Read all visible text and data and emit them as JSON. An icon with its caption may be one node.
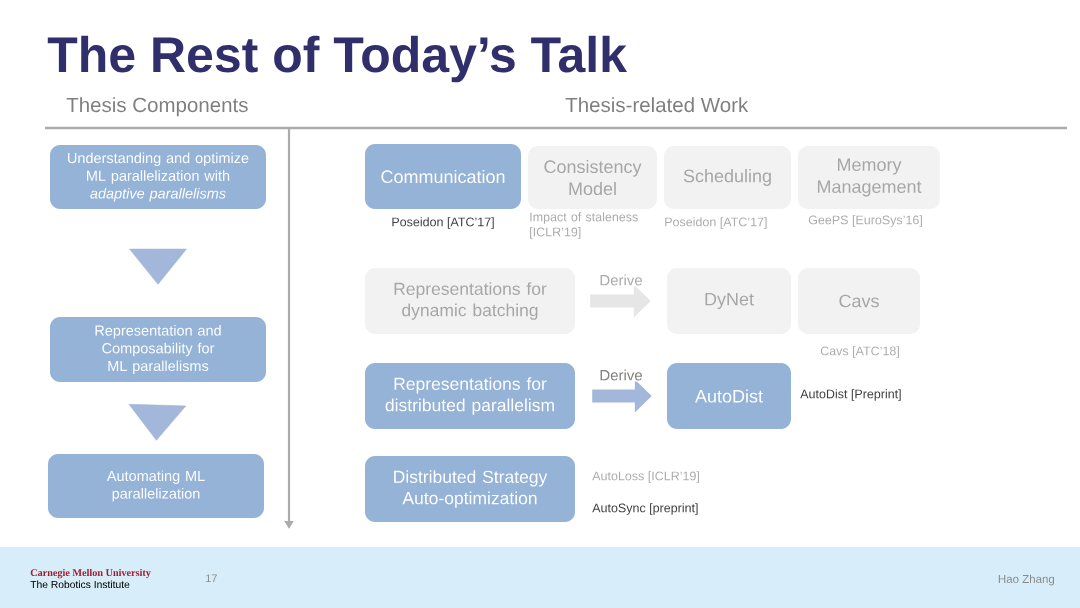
{
  "diagram": {
    "title": "The Rest of Today’s Talk",
    "nodes": [
      {
        "text": [
          "Understanding and optimize ML parallelization with *adaptive parallelisms*"
        ]
      },
      {
        "text": [
          "Representation and Composability for ML parallelisms"
        ]
      },
      {
        "text": [
          "Automating ML parallelization"
        ]
      },
      {
        "text": [
          "Communication"
        ],
        "beside": [
          "Poseidon [ATC’17]"
        ]
      },
      {
        "text": [
          "Consistency Model"
        ],
        "beside": [
          "Impact of staleness [ICLR’19]"
        ]
      },
      {
        "text": [
          "Scheduling"
        ],
        "beside": [
          "Poseidon [ATC’17]"
        ]
      },
      {
        "text": [
          "Memory Management"
        ],
        "beside": [
          "GeePS [EuroSys’16]"
        ]
      },
      {
        "text": [
          "Representations for dynamic batching"
        ]
      },
      {
        "text": [
          "DyNet"
        ]
      },
      {
        "text": [
          "Cavs"
        ],
        "beside": [
          "Cavs [ATC’18]"
        ]
      },
      {
        "text": [
          "Representations for distributed parallelism"
        ]
      },
      {
        "text": [
          "AutoDist"
        ],
        "beside": [
          "AutoDist [Preprint]"
        ]
      },
      {
        "text": [
          "Distributed Strategy Auto-optimization"
        ],
        "beside": [
          "AutoLoss [ICLR’19]",
          "AutoSync [preprint]"
        ]
      }
    ],
    "edges": [
      {
        "from": 0,
        "to": 1,
        "arrow": "to"
      },
      {
        "from": 1,
        "to": 2,
        "arrow": "to"
      },
      {
        "from": 7,
        "to": 8,
        "arrow": "to",
        "label": "Derive",
        "color": "#e6e6e6"
      },
      {
        "from": 10,
        "to": 11,
        "arrow": "to",
        "label": "Derive"
      }
    ],
    "labels": [
      "Thesis Components",
      "Thesis-related Work",
      "Carnegie Mellon University",
      "The Robotics Institute",
      "17",
      "Hao Zhang"
    ]
  }
}
